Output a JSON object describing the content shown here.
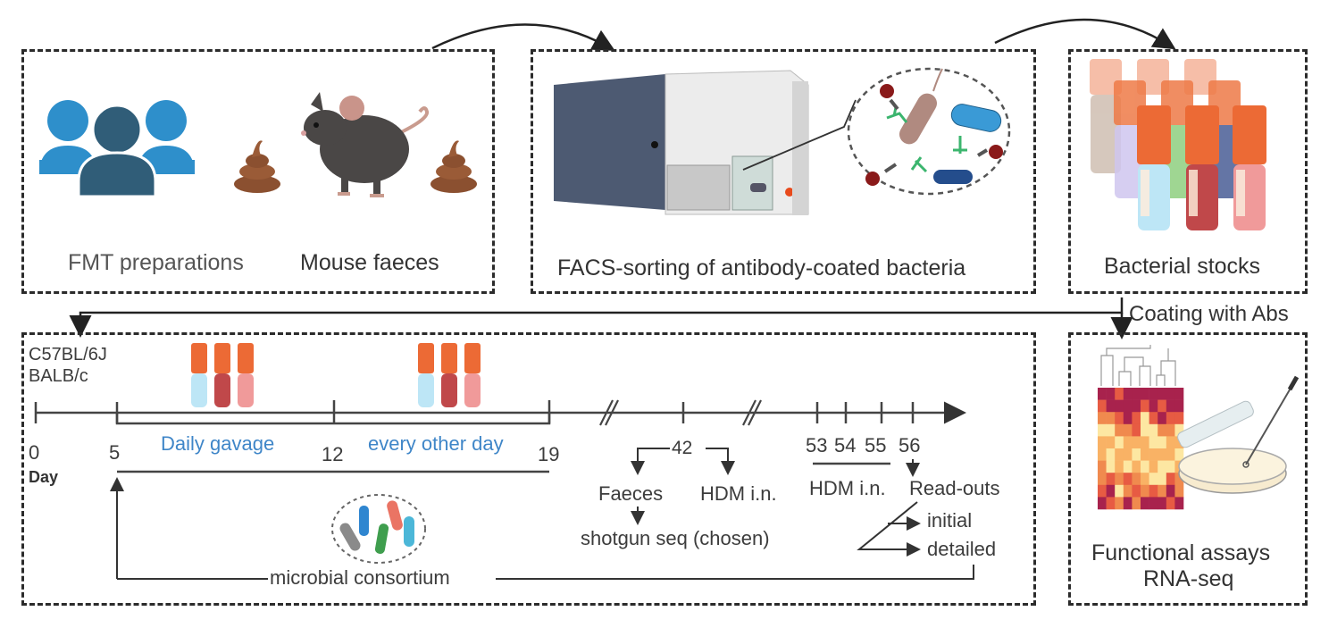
{
  "panels": {
    "fmt": {
      "label_left": "FMT preparations",
      "label_right": "Mouse faeces"
    },
    "facs": {
      "label": "FACS-sorting of antibody-coated bacteria"
    },
    "stocks": {
      "label": "Bacterial stocks"
    },
    "coating": {
      "label": "Coating with Abs"
    },
    "assays": {
      "line1": "Functional assays",
      "line2": "RNA-seq"
    }
  },
  "timeline": {
    "strains": [
      "C57BL/6J",
      "BALB/c"
    ],
    "day_label": "Day",
    "ticks": [
      "0",
      "5",
      "12",
      "19",
      "42",
      "53",
      "54",
      "55",
      "56"
    ],
    "phase1_label": "Daily gavage",
    "phase2_label": "every other day",
    "day42_left": "Faeces",
    "day42_right": "HDM i.n.",
    "faeces_result": "shotgun seq (chosen)",
    "hdm_range_label": "HDM i.n.",
    "readouts_label": "Read-outs",
    "readout_initial": "initial",
    "readout_detailed": "detailed",
    "consortium_label": "microbial consortium"
  },
  "colors": {
    "dash": "#2b2b2b",
    "blue_text": "#3f86c8",
    "people_light": "#2e8fcb",
    "people_dark": "#305d78",
    "faeces": "#8b5030",
    "mouse": "#4a4746",
    "cap": "#ec6a35",
    "facs_body": "#4d5a72"
  },
  "heatmap": {
    "rows": [
      [
        4,
        4,
        3,
        4,
        4,
        4,
        4,
        4,
        4,
        4
      ],
      [
        3,
        4,
        4,
        4,
        4,
        3,
        4,
        3,
        4,
        4
      ],
      [
        2,
        2,
        3,
        4,
        3,
        0,
        3,
        4,
        3,
        3
      ],
      [
        0,
        0,
        2,
        2,
        3,
        0,
        0,
        2,
        2,
        0
      ],
      [
        1,
        1,
        0,
        1,
        1,
        1,
        0,
        0,
        1,
        1
      ],
      [
        1,
        0,
        1,
        1,
        0,
        1,
        1,
        1,
        1,
        0
      ],
      [
        2,
        0,
        1,
        0,
        1,
        0,
        1,
        0,
        0,
        1
      ],
      [
        2,
        3,
        2,
        3,
        2,
        1,
        0,
        0,
        3,
        2
      ],
      [
        3,
        4,
        0,
        2,
        3,
        2,
        3,
        2,
        4,
        2
      ],
      [
        4,
        3,
        2,
        4,
        2,
        4,
        4,
        4,
        3,
        4
      ]
    ],
    "palette": [
      "#fde7a2",
      "#f9b265",
      "#f08a4e",
      "#e75b43",
      "#a8224d"
    ]
  }
}
